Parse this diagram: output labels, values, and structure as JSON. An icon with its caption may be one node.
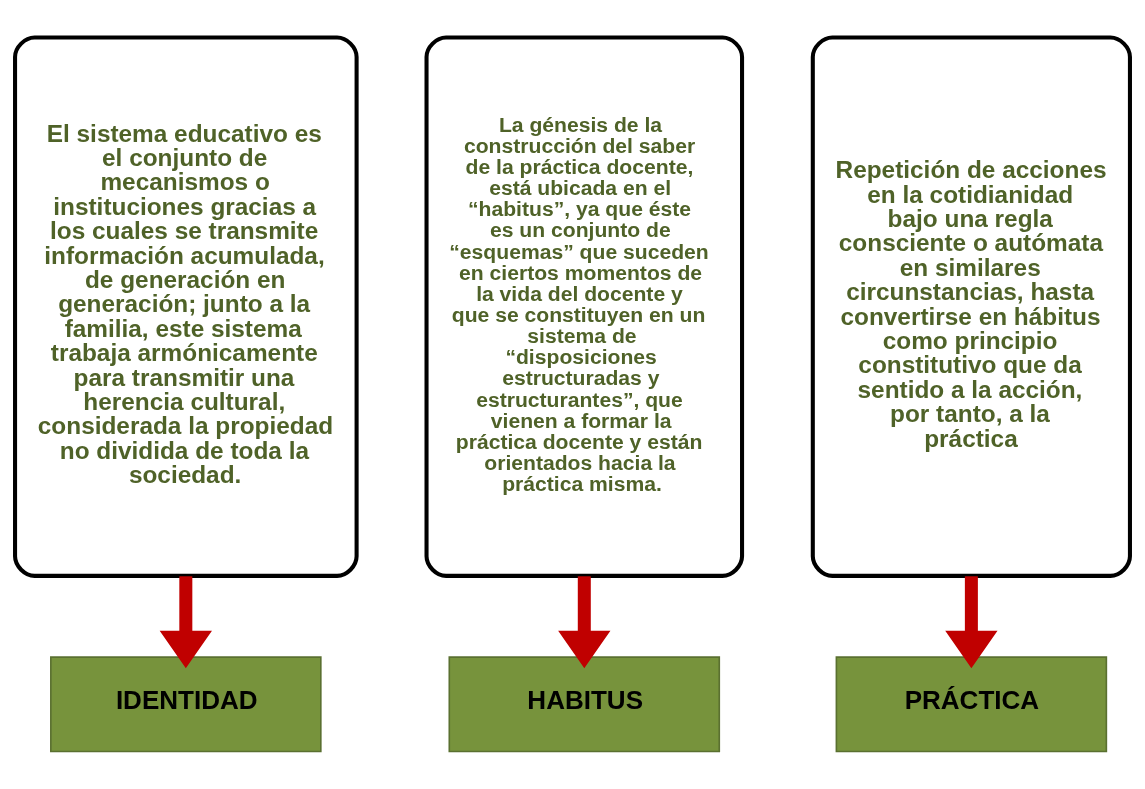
{
  "diagram": {
    "nodes": [
      {
        "text": [
          "El sistema educativo es el conjunto de mecanismos o instituciones gracias a los cuales se transmite información acumulada, de generación en generación; junto a la familia, este sistema trabaja armónicamente para transmitir una herencia cultural, considerada la propiedad no dividida de toda la sociedad."
        ]
      },
      {
        "text": [
          "La génesis de la construcción del saber de la práctica docente, está ubicada en el “habitus”, ya que éste es un conjunto de “esquemas” que suceden en ciertos momentos de la vida del docente y que se constituyen en un sistema de “disposiciones estructuradas y estructurantes”, que vienen a formar la práctica docente y están orientados hacia la práctica misma."
        ]
      },
      {
        "text": [
          "Repetición de acciones en la cotidianidad bajo una regla consciente o autómata en similares circunstancias, hasta convertirse en hábitus como principio constitutivo que da sentido a la acción, por tanto, a la práctica"
        ]
      },
      {
        "text": [
          "IDENTIDAD"
        ]
      },
      {
        "text": [
          "HABITUS"
        ]
      },
      {
        "text": [
          "PRÁCTICA"
        ]
      }
    ],
    "edges": [
      {
        "from": 0,
        "to": 3,
        "arrow": "to"
      },
      {
        "from": 1,
        "to": 4,
        "arrow": "to"
      },
      {
        "from": 2,
        "to": 5,
        "arrow": "to"
      }
    ]
  }
}
